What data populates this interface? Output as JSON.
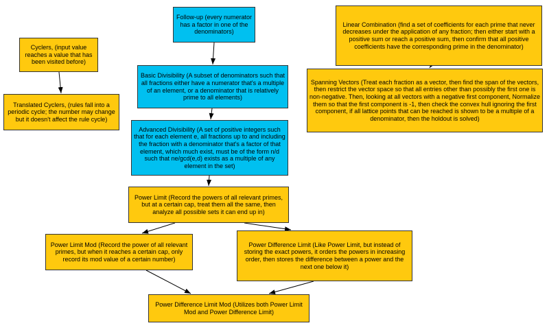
{
  "diagram": {
    "background": "#ffffff",
    "node_colors": {
      "cyan": "#00c0f0",
      "gold": "#ffc90e"
    },
    "node_border_color": "#333333",
    "edge_color": "#000000",
    "nodes": [
      {
        "id": "cyclers",
        "color": "gold",
        "label": "Cyclers, (input value reaches a value that has been visited before)"
      },
      {
        "id": "translated-cyclers",
        "color": "gold",
        "label": "Translated Cyclers, (rules fall into a periodic cycle; the number may change but it doesn't affect the rule cycle)"
      },
      {
        "id": "follow-up",
        "color": "cyan",
        "label": "Follow-up (every numerator has a factor in one of the denominators)"
      },
      {
        "id": "basic-divisibility",
        "color": "cyan",
        "label": "Basic Divisibility (A subset of denominators such that all fractions either have a numerator that's a multiple of an element, or a denominator that is relatively prime to all elements)"
      },
      {
        "id": "advanced-divisibility",
        "color": "cyan",
        "label": "Advanced Divisibility (A set of positive integers such that for each element e, all fractions up to and including the fraction with a denominator that's a factor of that element, which much exist, must be of the form n/d such that ne/gcd(e,d) exists as a multiple of any element in the set)"
      },
      {
        "id": "linear-combination",
        "color": "gold",
        "label": "Linear Combination (find a set of coefficients for each prime that never decreases under the application of any fraction; then either start with a positive sum or reach a positive sum, then confirm that all positive coefficients have the corresponding prime in the denominator)"
      },
      {
        "id": "spanning-vectors",
        "color": "gold",
        "label": "Spanning Vectors (Treat each fraction as a vector, then find the span of the vectors, then restrict the vector space so that all entries other than possibly the first one is non-negative. Then, looking at all vectors with a negative first component, Normalize them so that the first component is -1, then check the convex hull ignoring the first component, if all lattice points that can be reached is shown to be a multiple of a denominator, then the holdout is solved)"
      },
      {
        "id": "power-limit",
        "color": "gold",
        "label": "Power Limit (Record the powers of all relevant primes, but at a certain cap, treat them all the same, then analyze all possible sets it can end up in)"
      },
      {
        "id": "power-limit-mod",
        "color": "gold",
        "label": "Power Limit Mod (Record the power of all relevant primes, but when it reaches a certain cap, only record its mod value of a certain number)"
      },
      {
        "id": "power-difference-limit",
        "color": "gold",
        "label": "Power Difference Limit (Like Power Limit, but instead of storing the exact powers, it orders the powers in increasing order, then stores the difference between a power and the next one below it)"
      },
      {
        "id": "power-difference-limit-mod",
        "color": "gold",
        "label": "Power Difference Limit Mod (Utilizes both Power Limit Mod and Power Difference Limit)"
      }
    ],
    "edges": [
      {
        "from": "cyclers",
        "to": "translated-cyclers"
      },
      {
        "from": "follow-up",
        "to": "basic-divisibility"
      },
      {
        "from": "basic-divisibility",
        "to": "advanced-divisibility"
      },
      {
        "from": "advanced-divisibility",
        "to": "power-limit"
      },
      {
        "from": "linear-combination",
        "to": "spanning-vectors"
      },
      {
        "from": "power-limit",
        "to": "power-limit-mod"
      },
      {
        "from": "power-limit",
        "to": "power-difference-limit"
      },
      {
        "from": "power-limit-mod",
        "to": "power-difference-limit-mod"
      },
      {
        "from": "power-difference-limit",
        "to": "power-difference-limit-mod"
      }
    ]
  }
}
